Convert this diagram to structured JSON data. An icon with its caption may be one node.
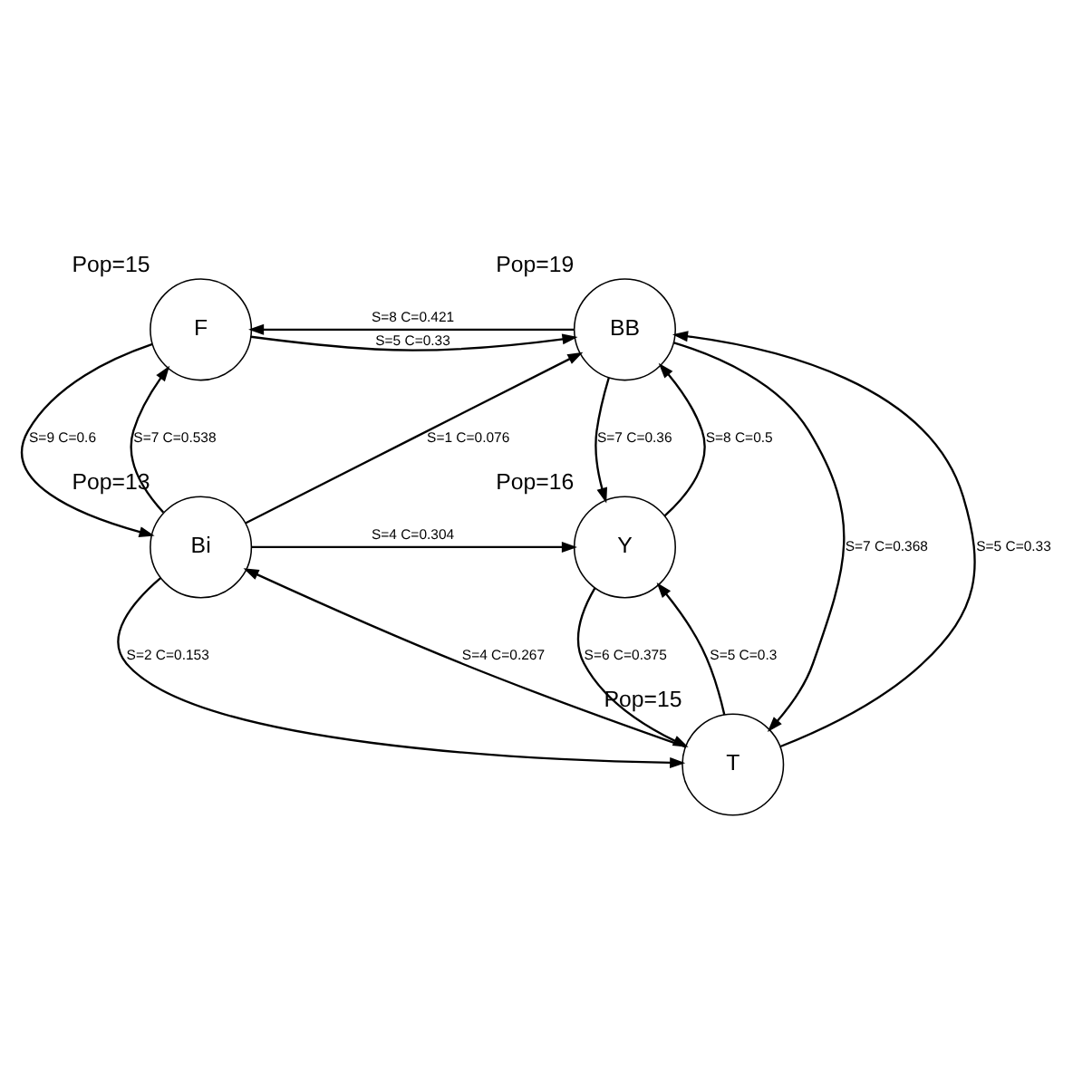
{
  "diagram": {
    "nodes": [
      {
        "text": [
          "F"
        ],
        "beside": [
          "Pop=15"
        ]
      },
      {
        "text": [
          "BB"
        ],
        "beside": [
          "Pop=19"
        ]
      },
      {
        "text": [
          "Bi"
        ],
        "beside": [
          "Pop=13"
        ]
      },
      {
        "text": [
          "Y"
        ],
        "beside": [
          "Pop=16"
        ]
      },
      {
        "text": [
          "T"
        ],
        "beside": [
          "Pop=15"
        ]
      }
    ],
    "edges": [
      {
        "from": 0,
        "to": 1,
        "arrow": "to",
        "label": "S=5 C=0.33"
      },
      {
        "from": 1,
        "to": 0,
        "arrow": "to",
        "label": "S=8 C=0.421"
      },
      {
        "from": 2,
        "to": 1,
        "arrow": "to",
        "label": "S=1 C=0.076"
      },
      {
        "from": 2,
        "to": 0,
        "arrow": "to",
        "label": "S=7 C=0.538"
      },
      {
        "from": 0,
        "to": 2,
        "arrow": "to",
        "label": "S=9 C=0.6"
      },
      {
        "from": 2,
        "to": 3,
        "arrow": "to",
        "label": "S=4 C=0.304"
      },
      {
        "from": 1,
        "to": 4,
        "arrow": "to",
        "label": "S=7 C=0.368"
      },
      {
        "from": 4,
        "to": 1,
        "arrow": "to",
        "label": "S=5 C=0.33"
      },
      {
        "from": 1,
        "to": 3,
        "arrow": "to",
        "label": "S=7 C=0.36"
      },
      {
        "from": 3,
        "to": 1,
        "arrow": "to",
        "label": "S=8 C=0.5"
      },
      {
        "from": 2,
        "to": 4,
        "arrow": "to",
        "label": "S=2 C=0.153"
      },
      {
        "from": 4,
        "to": 2,
        "arrow": "to",
        "label": "S=4 C=0.267"
      },
      {
        "from": 4,
        "to": 3,
        "arrow": "to",
        "label": "S=5 C=0.3"
      },
      {
        "from": 3,
        "to": 4,
        "arrow": "to",
        "label": "S=6 C=0.375"
      }
    ]
  }
}
